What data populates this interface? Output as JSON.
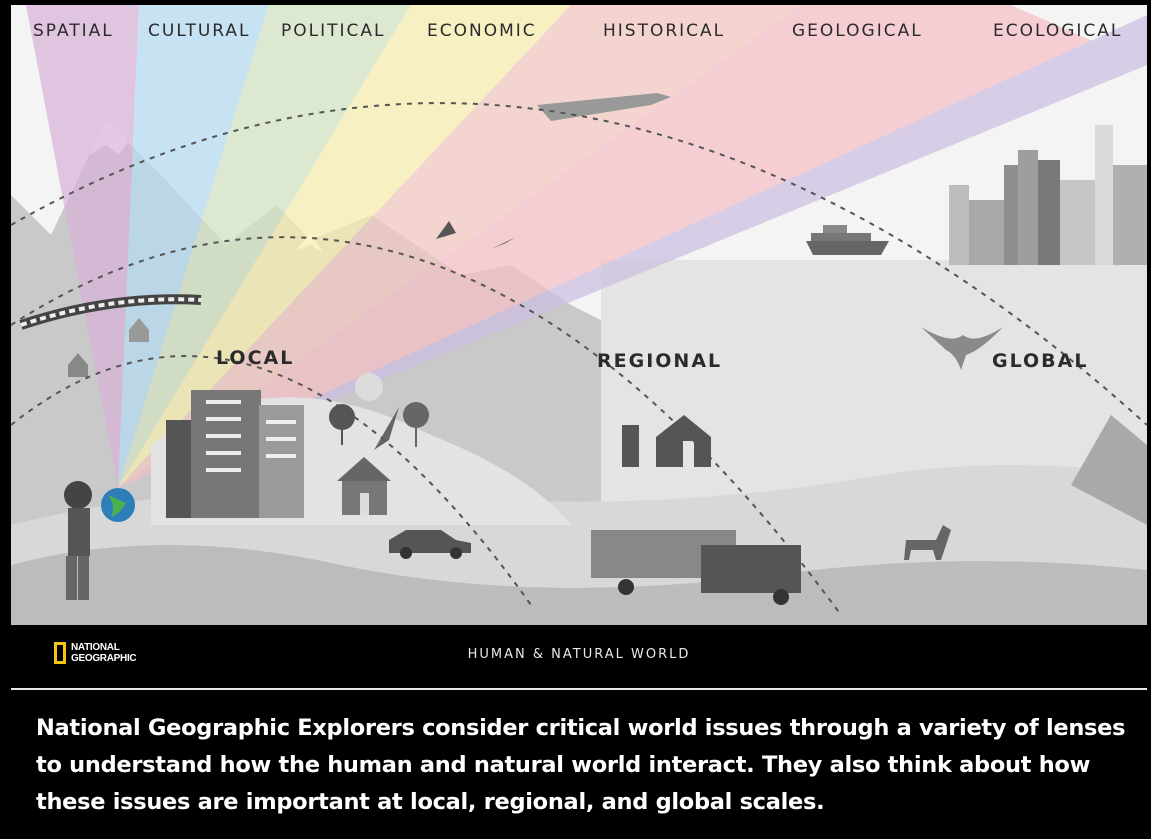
{
  "lenses": [
    "SPATIAL",
    "CULTURAL",
    "POLITICAL",
    "ECONOMIC",
    "HISTORICAL",
    "GEOLOGICAL",
    "ECOLOGICAL"
  ],
  "lens_colors": [
    "#d9b3d9",
    "#b7dcf3",
    "#d4e6c3",
    "#f8efb0",
    "#f3c8c1",
    "#f5c0c6",
    "#cdbfe1"
  ],
  "scales": {
    "local": "LOCAL",
    "regional": "REGIONAL",
    "global": "GLOBAL"
  },
  "footer": {
    "logo_line1": "NATIONAL",
    "logo_line2": "GEOGRAPHIC",
    "title": "HUMAN & NATURAL WORLD",
    "logo_color": "#f5c518"
  },
  "caption": "National Geographic Explorers consider critical world issues through a variety of lenses to understand how the human and natural world interact. They also think about how these issues are important at local, regional, and global scales."
}
